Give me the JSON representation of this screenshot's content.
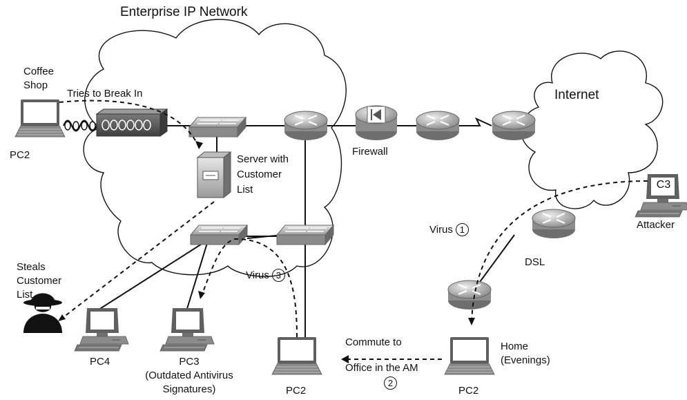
{
  "title": "Enterprise IP Network",
  "internet_label": "Internet",
  "devices": {
    "pc2_coffee": {
      "location_lines": [
        "Coffee",
        "Shop"
      ],
      "label": "PC2"
    },
    "server": {
      "lines": [
        "Server with",
        "Customer",
        "List"
      ]
    },
    "firewall": {
      "label": "Firewall"
    },
    "attacker": {
      "screen_text": "C3",
      "label": "Attacker"
    },
    "pc4": {
      "label": "PC4"
    },
    "pc3": {
      "lines": [
        "PC3",
        "(Outdated Antivirus",
        "Signatures)"
      ]
    },
    "pc2_office": {
      "label": "PC2"
    },
    "pc2_home": {
      "label": "PC2",
      "location_lines": [
        "Home",
        "(Evenings)"
      ]
    },
    "steals": {
      "lines": [
        "Steals",
        "Customer",
        "List"
      ]
    }
  },
  "annotations": {
    "tries_break_in": "Tries to Break In",
    "virus_1": {
      "text": "Virus",
      "step": "1"
    },
    "virus_3": {
      "text": "Virus",
      "step": "3"
    },
    "dsl": "DSL",
    "commute": {
      "lines": [
        "Commute to",
        "Office in the AM"
      ],
      "step": "2"
    }
  },
  "colors": {
    "line": "#111111",
    "device_dark": "#555555",
    "device_light": "#d4d4d4",
    "cloud_fill": "#ffffff"
  }
}
